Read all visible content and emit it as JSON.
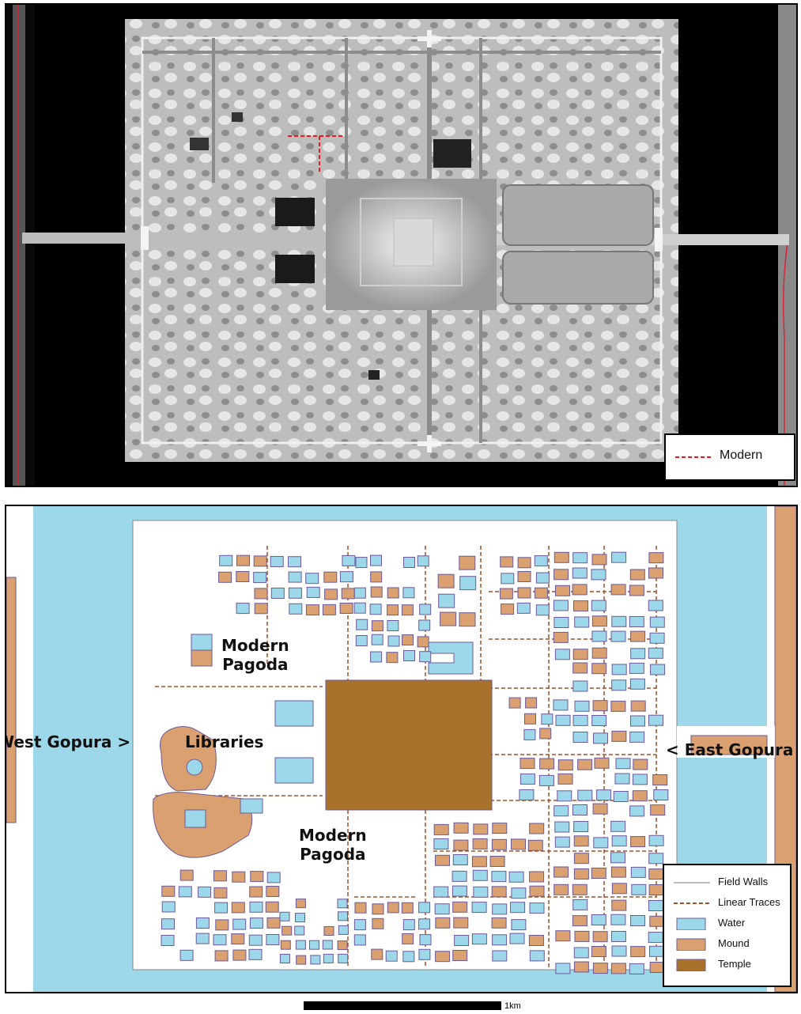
{
  "lidar_panel": {
    "legend": {
      "items": [
        {
          "label": "Modern",
          "symbol": "red-dashed-line",
          "color": "#e02020"
        }
      ]
    }
  },
  "plan_panel": {
    "labels": {
      "modern_pagoda_north": "Modern\nPagoda",
      "libraries": "Libraries",
      "west_gopura": "West Gopura >",
      "east_gopura": "< East Gopura",
      "modern_pagoda_south": "Modern\nPagoda"
    },
    "legend": {
      "items": [
        {
          "label": "Field Walls",
          "symbol": "grey-line",
          "color": "#bdbdbd"
        },
        {
          "label": "Linear Traces",
          "symbol": "brown-dashed-line",
          "color": "#a0522d"
        },
        {
          "label": "Water",
          "symbol": "water-swatch",
          "color": "#9dd7ea"
        },
        {
          "label": "Mound",
          "symbol": "mound-swatch",
          "color": "#dba06f"
        },
        {
          "label": "Temple",
          "symbol": "temple-swatch",
          "color": "#a8722c"
        }
      ]
    }
  },
  "scale_bar": {
    "label": "1km"
  },
  "colors": {
    "water": "#9dd7ea",
    "mound": "#dba06f",
    "temple": "#a8722c",
    "outline": "#6b5a9a",
    "modern": "#e02020"
  }
}
